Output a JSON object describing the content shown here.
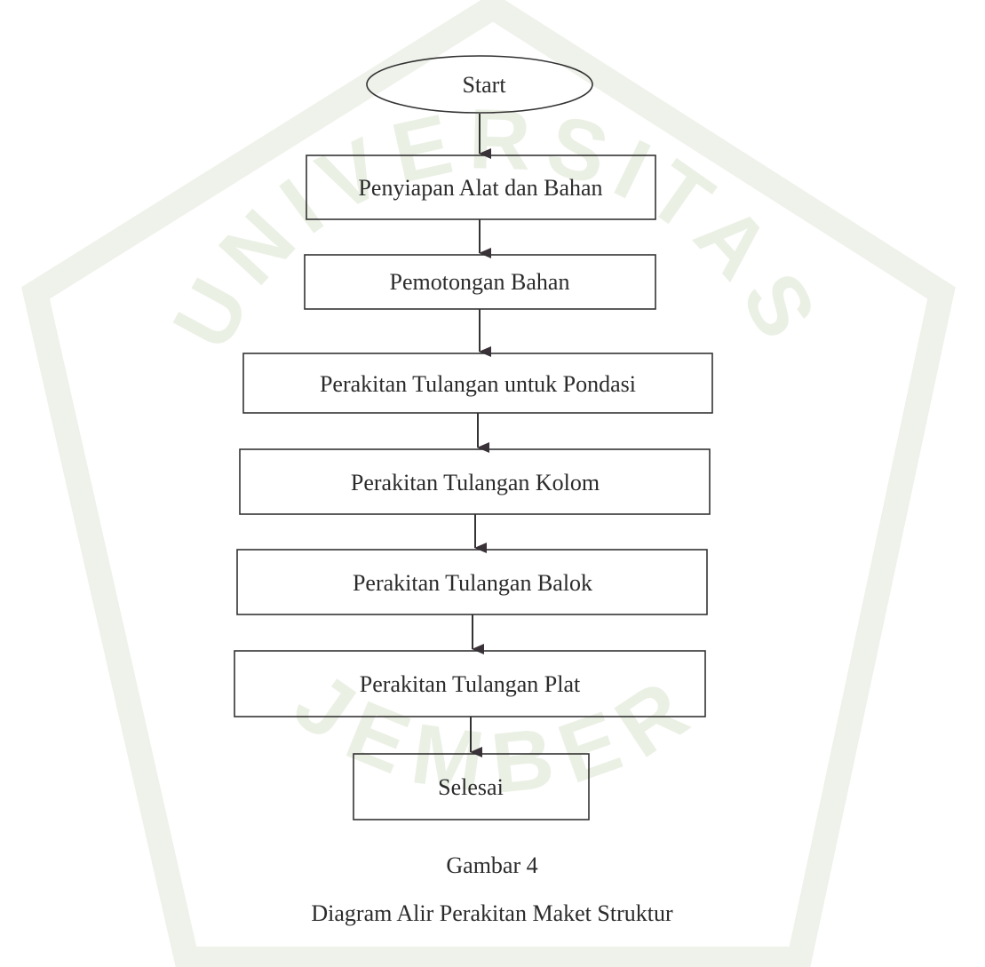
{
  "watermark": {
    "top_text": "UNIVERSITAS",
    "bottom_text": "JEMBER",
    "color": "#e9efe3"
  },
  "flowchart": {
    "start_label": "Start",
    "steps": [
      "Penyiapan Alat dan Bahan",
      "Pemotongan Bahan",
      "Perakitan Tulangan untuk Pondasi",
      "Perakitan Tulangan Kolom",
      "Perakitan Tulangan Balok",
      "Perakitan Tulangan Plat"
    ],
    "end_label": "Selesai",
    "line_color": "#333333",
    "arrow_color": "#3a3238"
  },
  "caption": {
    "number": "Gambar 4",
    "title": "Diagram Alir Perakitan Maket Struktur"
  }
}
